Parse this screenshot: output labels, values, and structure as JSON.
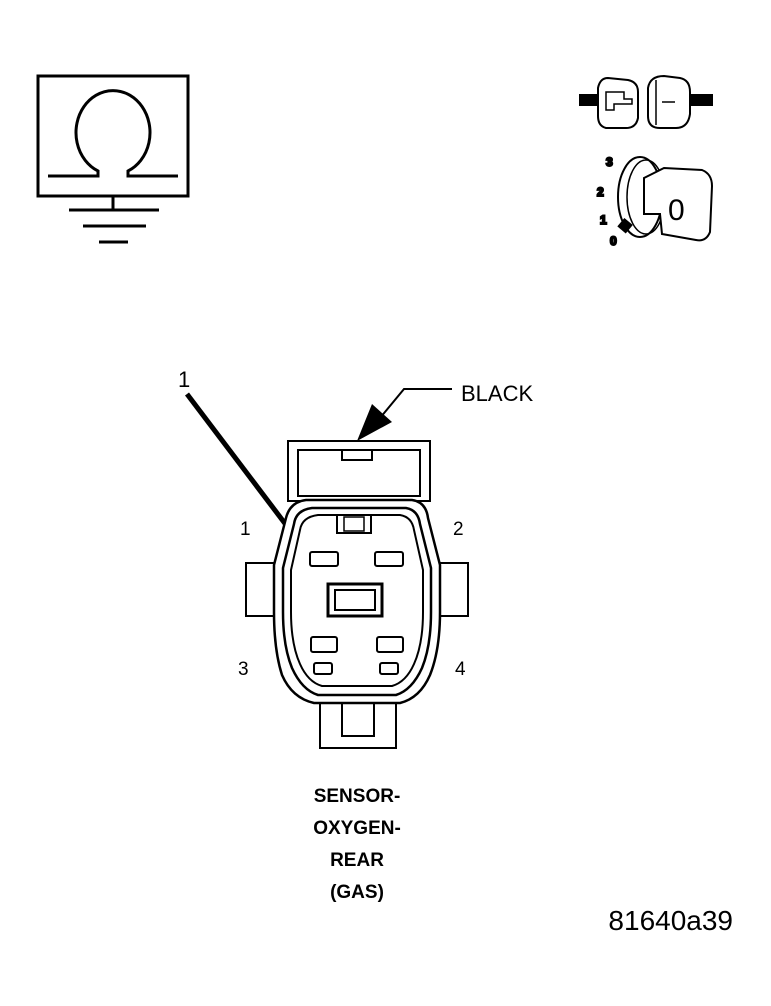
{
  "callout": {
    "number": "1",
    "color_label": "BLACK"
  },
  "connector": {
    "cavity_labels": [
      "1",
      "2",
      "3",
      "4"
    ]
  },
  "caption": {
    "lines": [
      "SENSOR-",
      "OXYGEN-",
      "REAR",
      "(GAS)"
    ]
  },
  "figure_id": "81640a39",
  "ignition_key": {
    "positions": [
      "3",
      "2",
      "1",
      "0"
    ],
    "key_label": "0"
  },
  "icons": {
    "ohmmeter": "ohm-ground-icon",
    "disconnected_connector": "disconnected-connector-icon",
    "ignition_switch": "ignition-key-off-icon"
  }
}
